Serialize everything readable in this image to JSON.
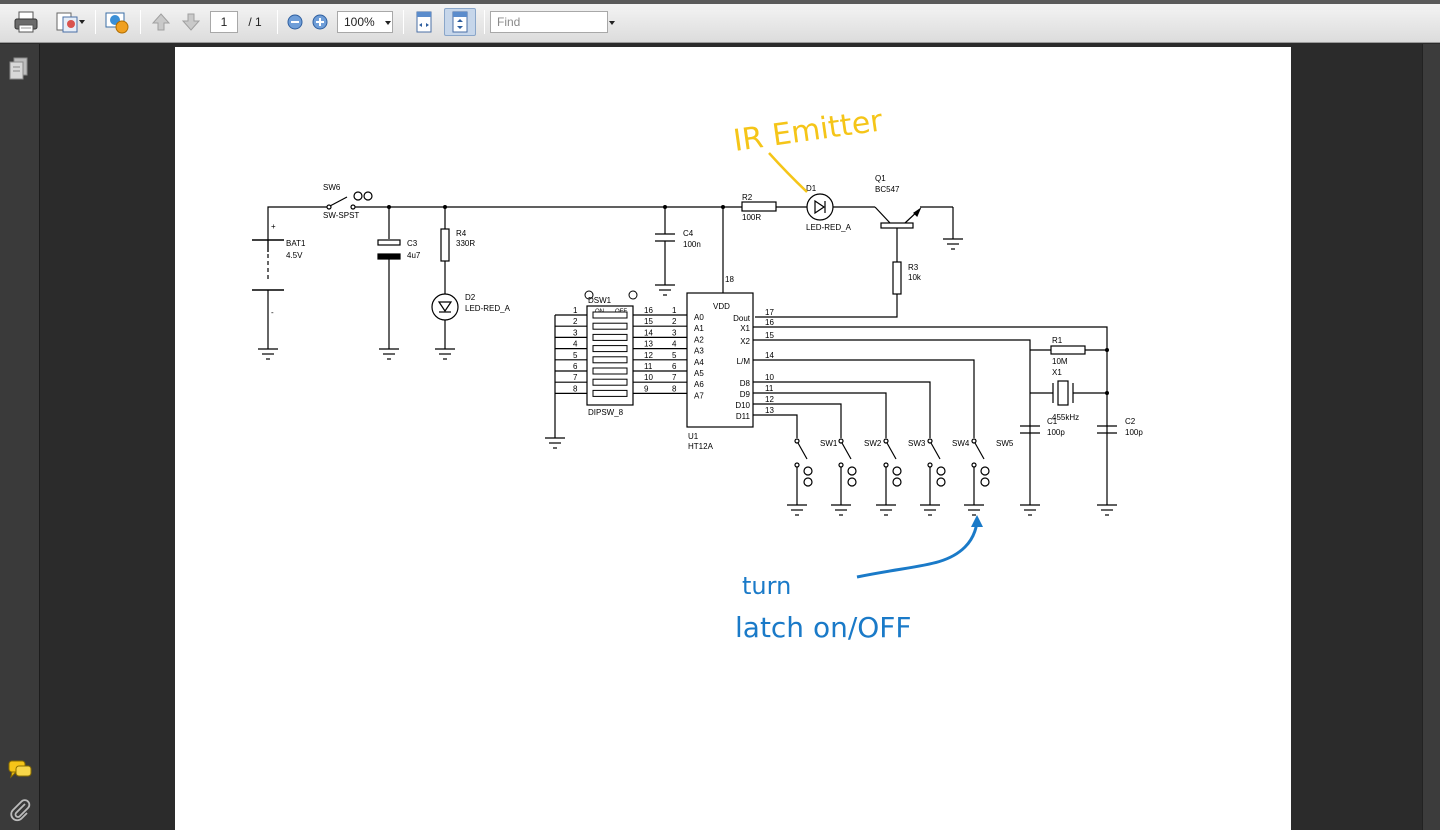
{
  "toolbar": {
    "page_current": "1",
    "page_total": "/ 1",
    "zoom": "100%",
    "find_placeholder": "Find"
  },
  "icons": [
    "print-icon",
    "share-icon",
    "collaborate-icon",
    "prev-page-icon",
    "next-page-icon",
    "zoom-out-icon",
    "zoom-in-icon",
    "fit-width-icon",
    "fit-page-icon",
    "pages-panel-icon",
    "comments-icon",
    "attachments-icon"
  ],
  "colors": {
    "annotation_yellow": "#f5c518",
    "annotation_blue": "#1a7ac8",
    "wire": "#000000"
  },
  "schematic": {
    "labels": {
      "sw6_ref": "SW6",
      "sw6_val": "SW-SPST",
      "bat1_ref": "BAT1",
      "bat1_val": "4.5V",
      "bat1_plus": "+",
      "bat1_minus": "-",
      "c3_ref": "C3",
      "c3_val": "4u7",
      "r4_ref": "R4",
      "r4_val": "330R",
      "d2_ref": "D2",
      "d2_val": "LED-RED_A",
      "c4_ref": "C4",
      "c4_val": "100n",
      "r2_ref": "R2",
      "r2_val": "100R",
      "d1_ref": "D1",
      "d1_val": "LED-RED_A",
      "q1_ref": "Q1",
      "q1_val": "BC547",
      "r3_ref": "R3",
      "r3_val": "10k",
      "r1_ref": "R1",
      "r1_val": "10M",
      "x1_ref": "X1",
      "x1_val": "455kHz",
      "c1_ref": "C1",
      "c1_val": "100p",
      "c2_ref": "C2",
      "c2_val": "100p",
      "dsw1_ref": "DSW1",
      "dsw1_val": "DIPSW_8",
      "dsw_on": "ON",
      "dsw_off": "OFF",
      "u1_ref": "U1",
      "u1_val": "HT12A",
      "vdd": "VDD",
      "vdd_pin": "18",
      "sw1": "SW1",
      "sw2": "SW2",
      "sw3": "SW3",
      "sw4": "SW4",
      "sw5": "SW5"
    },
    "dip_left_pins": [
      "1",
      "2",
      "3",
      "4",
      "5",
      "6",
      "7",
      "8"
    ],
    "dip_right_pins": [
      "16",
      "15",
      "14",
      "13",
      "12",
      "11",
      "10",
      "9"
    ],
    "u1_left_pins": [
      "1",
      "2",
      "3",
      "4",
      "5",
      "6",
      "7",
      "8"
    ],
    "u1_left_names": [
      "A0",
      "A1",
      "A2",
      "A3",
      "A4",
      "A5",
      "A6",
      "A7"
    ],
    "u1_right_pins": [
      "17",
      "16",
      "15",
      "14",
      "10",
      "11",
      "12",
      "13"
    ],
    "u1_right_names": [
      "Dout",
      "X1",
      "X2",
      "L/M",
      "D8",
      "D9",
      "D10",
      "D11"
    ]
  },
  "annotations": {
    "ir_emitter": "IR Emitter",
    "turn": "turn",
    "latch": "latch on/OFF"
  }
}
